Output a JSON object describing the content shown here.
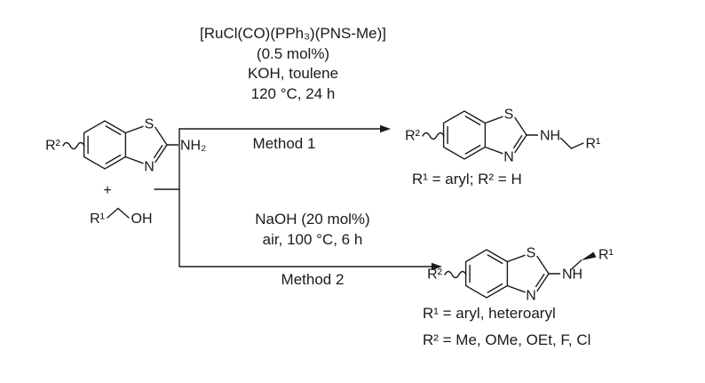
{
  "scheme": {
    "reactant_amine": {
      "r2": "R²",
      "s": "S",
      "n": "N",
      "nh2": "NH₂"
    },
    "plus": "+",
    "reactant_alcohol": {
      "r1": "R¹",
      "oh": "OH"
    },
    "method1": {
      "conditions": [
        "[RuCl(CO)(PPh₃)(PNS-Me)]",
        "(0.5 mol%)",
        "KOH, toulene",
        "120 °C, 24 h"
      ],
      "label": "Method 1"
    },
    "method2": {
      "conditions": [
        "NaOH (20 mol%)",
        "air, 100 °C, 6 h"
      ],
      "label": "Method 2"
    },
    "product1": {
      "r2": "R²",
      "s": "S",
      "n": "N",
      "nh": "NH",
      "r1": "R¹",
      "note": "R¹ = aryl; R² = H"
    },
    "product2": {
      "r2": "R²",
      "s": "S",
      "n": "N",
      "nh": "NH",
      "r1": "R¹",
      "notes": [
        "R¹ = aryl, heteroaryl",
        "R² = Me, OMe, OEt, F, Cl"
      ]
    }
  },
  "colors": {
    "ink": "#1a1a1a",
    "background": "#ffffff"
  }
}
